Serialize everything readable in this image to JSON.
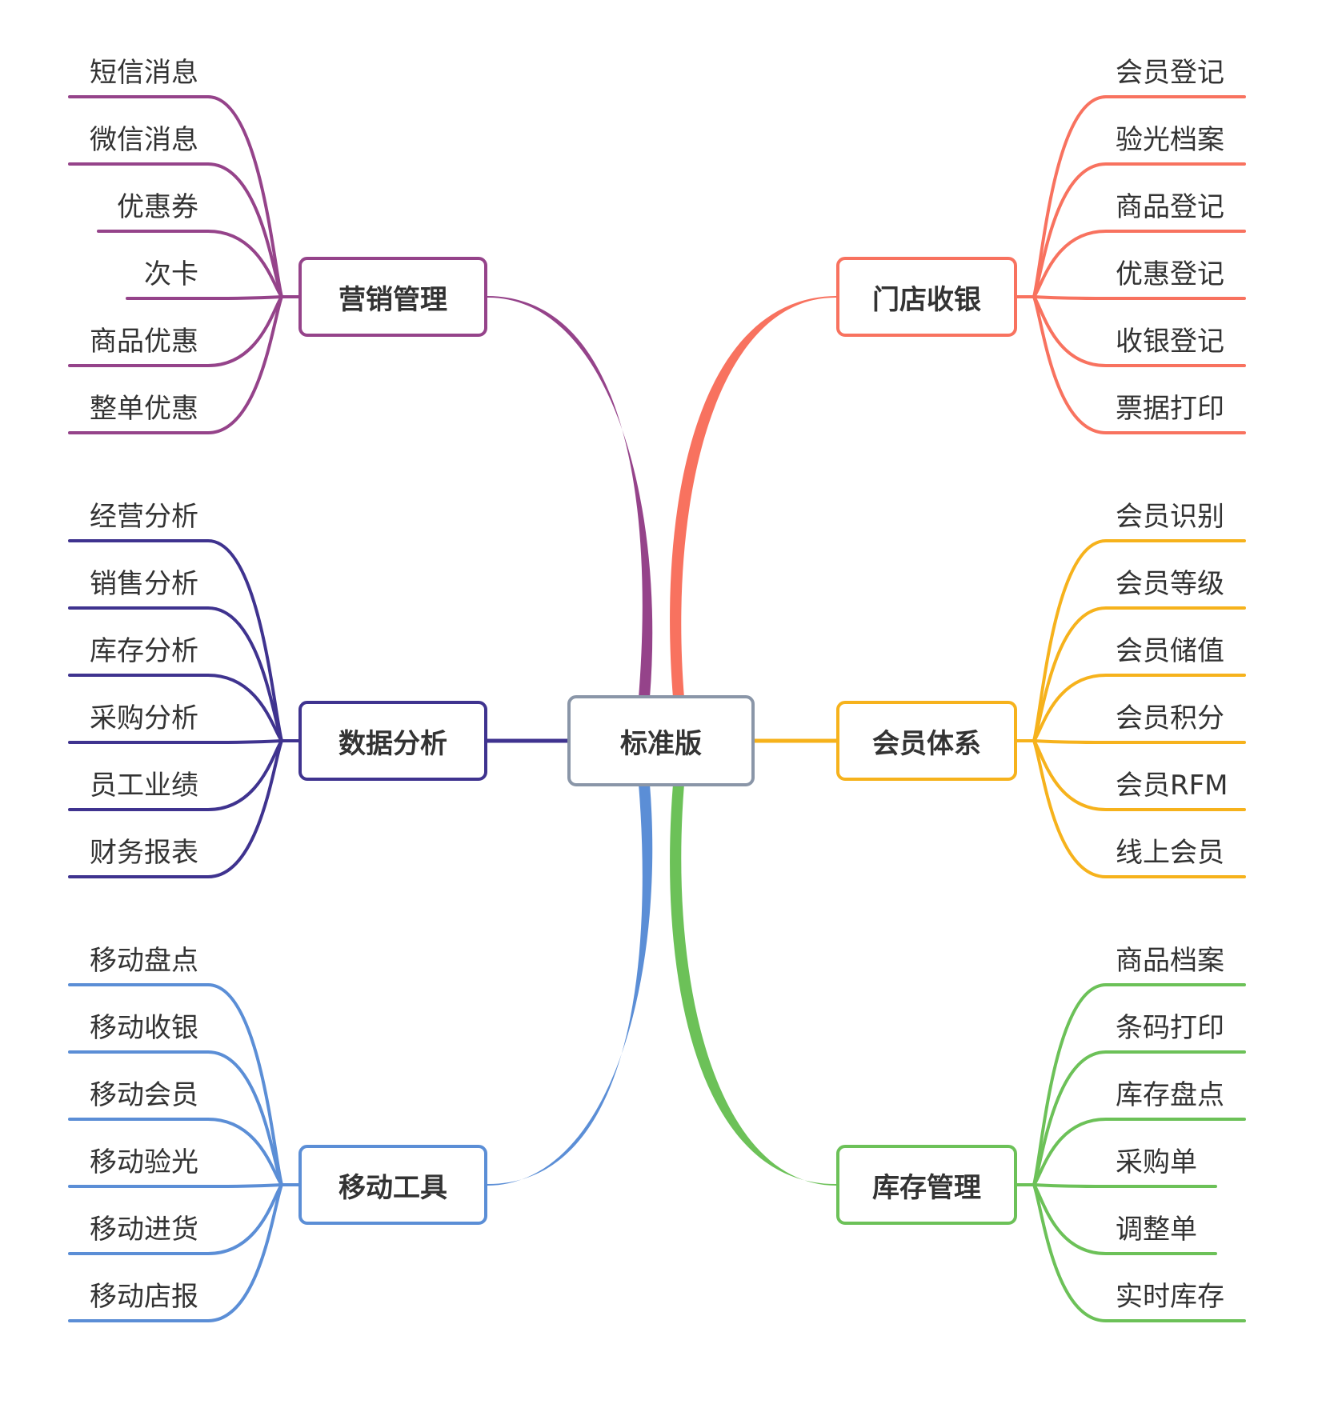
{
  "root": {
    "label": "标准版",
    "color": "#8a96a8"
  },
  "branches": [
    {
      "label": "营销管理",
      "color": "#95438a",
      "side": "left",
      "children": [
        "短信消息",
        "微信消息",
        "优惠券",
        "次卡",
        "商品优惠",
        "整单优惠"
      ]
    },
    {
      "label": "数据分析",
      "color": "#3f338f",
      "side": "left",
      "children": [
        "经营分析",
        "销售分析",
        "库存分析",
        "采购分析",
        "员工业绩",
        "财务报表"
      ]
    },
    {
      "label": "移动工具",
      "color": "#5b8ed6",
      "side": "left",
      "children": [
        "移动盘点",
        "移动收银",
        "移动会员",
        "移动验光",
        "移动进货",
        "移动店报"
      ]
    },
    {
      "label": "门店收银",
      "color": "#f8725f",
      "side": "right",
      "children": [
        "会员登记",
        "验光档案",
        "商品登记",
        "优惠登记",
        "收银登记",
        "票据打印"
      ]
    },
    {
      "label": "会员体系",
      "color": "#f6b21c",
      "side": "right",
      "children": [
        "会员识别",
        "会员等级",
        "会员储值",
        "会员积分",
        "会员RFM",
        "线上会员"
      ]
    },
    {
      "label": "库存管理",
      "color": "#6cc158",
      "side": "right",
      "children": [
        "商品档案",
        "条码打印",
        "库存盘点",
        "采购单",
        "调整单",
        "实时库存"
      ]
    }
  ]
}
